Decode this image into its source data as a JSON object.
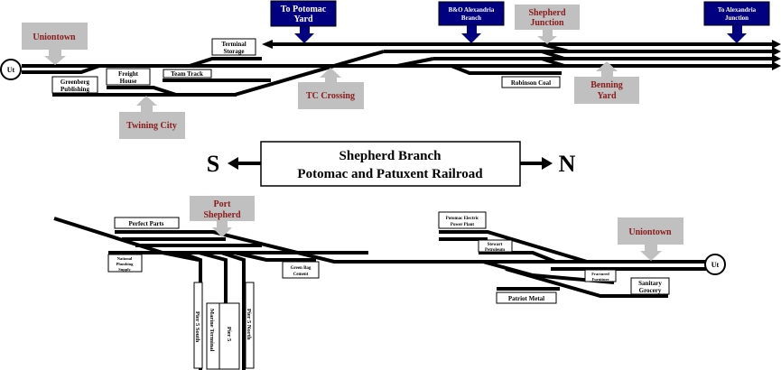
{
  "title": {
    "line1": "Shepherd Branch",
    "line2": "Potomac and Patuxent Railroad",
    "south": "S",
    "north": "N"
  },
  "colors": {
    "track": "#000000",
    "location_callout_bg": "#c0c0c0",
    "location_callout_text": "#8b1a1a",
    "connection_callout_bg": "#000080",
    "connection_callout_text": "#ffffff"
  },
  "top": {
    "terminus": "Ut",
    "locations": [
      {
        "id": "uniontown",
        "lines": [
          "Uniontown"
        ]
      },
      {
        "id": "twining-city",
        "lines": [
          "Twining City"
        ]
      },
      {
        "id": "tc-crossing",
        "lines": [
          "TC Crossing"
        ]
      },
      {
        "id": "shepherd-junction",
        "lines": [
          "Shepherd",
          "Junction"
        ]
      },
      {
        "id": "benning-yard",
        "lines": [
          "Benning",
          "Yard"
        ]
      }
    ],
    "connections": [
      {
        "id": "to-potomac-yard",
        "lines": [
          "To Potomac",
          "Yard"
        ]
      },
      {
        "id": "bo-alexandria-branch",
        "lines": [
          "B&O Alexandria",
          "Branch"
        ]
      },
      {
        "id": "to-alexandria-junction",
        "lines": [
          "To Alexandria",
          "Junction"
        ]
      }
    ],
    "industries": [
      {
        "id": "terminal-storage",
        "lines": [
          "Terminal",
          "Storage"
        ]
      },
      {
        "id": "freight-house",
        "lines": [
          "Freight",
          "House"
        ]
      },
      {
        "id": "team-track",
        "lines": [
          "Team Track"
        ]
      },
      {
        "id": "greenberg-publishing",
        "lines": [
          "Greenberg",
          "Publishing"
        ]
      },
      {
        "id": "robinson-coal",
        "lines": [
          "Robinson Coal"
        ]
      }
    ]
  },
  "bottom": {
    "terminus": "Ut",
    "locations": [
      {
        "id": "port-shepherd",
        "lines": [
          "Port",
          "Shepherd"
        ]
      },
      {
        "id": "uniontown",
        "lines": [
          "Uniontown"
        ]
      }
    ],
    "industries": [
      {
        "id": "perfect-parts",
        "lines": [
          "Perfect Parts"
        ]
      },
      {
        "id": "national-plumbing-supply",
        "lines": [
          "National",
          "Plumbing",
          "Supply"
        ]
      },
      {
        "id": "green-bag-cement",
        "lines": [
          "Green Bag",
          "Cement"
        ]
      },
      {
        "id": "potomac-electric-power-plant",
        "lines": [
          "Potomac Electric",
          "Power Plant"
        ]
      },
      {
        "id": "stewart-petroleum",
        "lines": [
          "Stewart",
          "Petroleum"
        ]
      },
      {
        "id": "fractured-furniture",
        "lines": [
          "Fractured",
          "Furniture"
        ]
      },
      {
        "id": "sanitary-grocery",
        "lines": [
          "Sanitary",
          "Grocery"
        ]
      },
      {
        "id": "patriot-metal",
        "lines": [
          "Patriot Metal"
        ]
      }
    ],
    "piers": [
      {
        "id": "pier-5-south",
        "label": "Pier 5 South"
      },
      {
        "id": "marine-terminal",
        "label": "Marine Terminal"
      },
      {
        "id": "pier-5",
        "label": "Pier 5"
      },
      {
        "id": "pier-5-north",
        "label": "Pier 5 North"
      }
    ]
  }
}
